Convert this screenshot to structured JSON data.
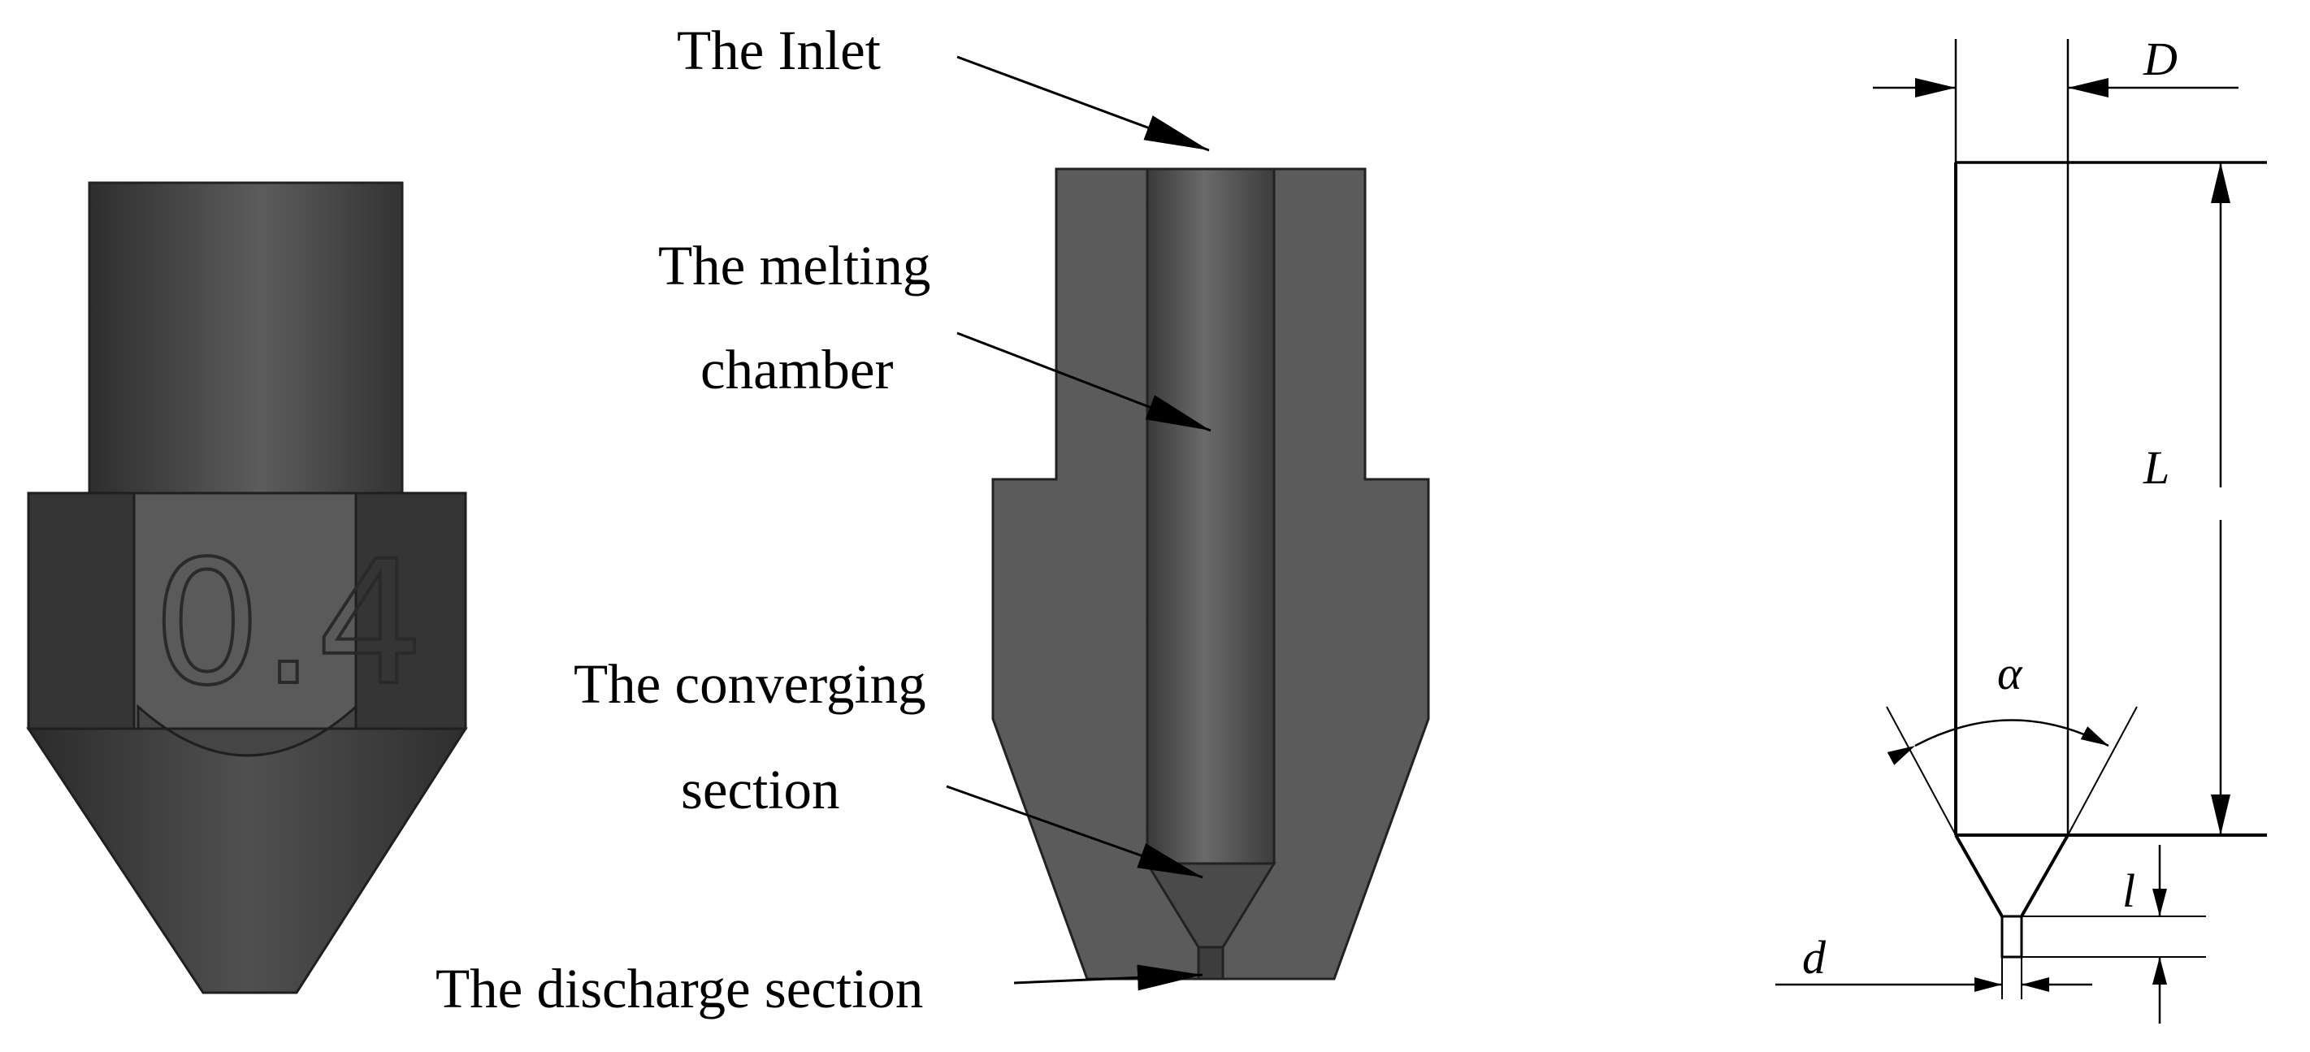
{
  "nozzle_view": {
    "size_marking": "0.4"
  },
  "section_view": {
    "labels": {
      "inlet": "The Inlet",
      "melting_line1": "The melting",
      "melting_line2": "chamber",
      "converging_line1": "The converging",
      "converging_line2": "section",
      "discharge": "The discharge section"
    }
  },
  "dimension_view": {
    "symbols": {
      "inlet_diameter": "D",
      "chamber_length": "L",
      "cone_angle": "α",
      "outlet_length": "l",
      "outlet_diameter": "d"
    }
  },
  "colors": {
    "body_dark": "#3f3f3f",
    "body_mid": "#5a5a5a",
    "section_face": "#5b5b5b",
    "line": "#000000"
  }
}
